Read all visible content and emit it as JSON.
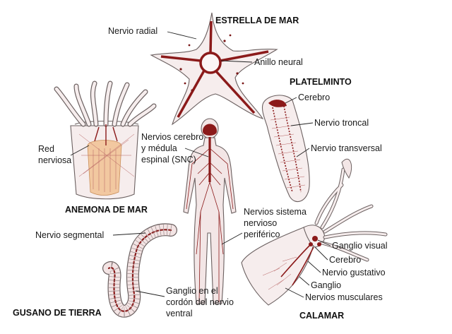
{
  "colors": {
    "nerve": "#8b1a1a",
    "outline": "#6b6060",
    "body_fill": "#f6eded",
    "anemone_core": "#f2c8a0"
  },
  "titles": {
    "starfish": "ESTRELLA DE MAR",
    "flatworm": "PLATELMINTO",
    "anemone": "ANEMONA DE MAR",
    "earthworm": "GUSANO DE TIERRA",
    "squid": "CALAMAR"
  },
  "labels": {
    "radial_nerve": "Nervio radial",
    "nerve_ring": "Anillo neural",
    "brain_flatworm": "Cerebro",
    "trunk_nerve": "Nervio troncal",
    "transverse_nerve": "Nervio transversal",
    "nerve_net": [
      "Red",
      "nerviosa"
    ],
    "cns": [
      "Nervios cerebro",
      "y médula",
      "espinal (SNC)"
    ],
    "pns": [
      "Nervios sistema",
      "nervioso",
      "periférico"
    ],
    "segmental_nerve": "Nervio segmental",
    "ventral_ganglion": [
      "Ganglio en el",
      "cordón del nervio",
      "ventral"
    ],
    "visual_ganglion": "Ganglio visual",
    "brain_squid": "Cerebro",
    "gustatory_nerve": "Nervio gustativo",
    "ganglion": "Ganglio",
    "muscular_nerves": "Nervios musculares"
  }
}
